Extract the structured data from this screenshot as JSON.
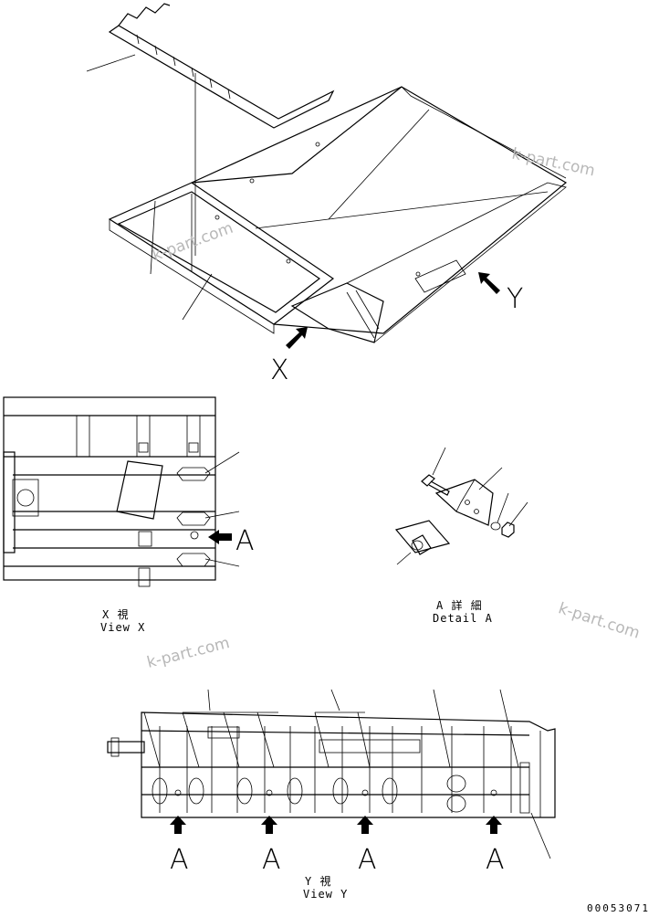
{
  "view_arrows": {
    "x": "X",
    "y": "Y"
  },
  "view_x": {
    "title_jp": "X 視",
    "title_en": "View X",
    "detail_arrow_label": "A"
  },
  "detail_a": {
    "title_jp": "A 詳 細",
    "title_en": "Detail A"
  },
  "view_y": {
    "title_jp": "Y 視",
    "title_en": "View Y",
    "arrow_labels": [
      "A",
      "A",
      "A",
      "A"
    ]
  },
  "drawing_number": "00053071",
  "watermarks": [
    "k-part.com",
    "k-part.com",
    "k-part.com",
    "k-part.com"
  ],
  "colors": {
    "line": "#000000",
    "watermark": "#b8b8b8",
    "background": "#ffffff"
  }
}
